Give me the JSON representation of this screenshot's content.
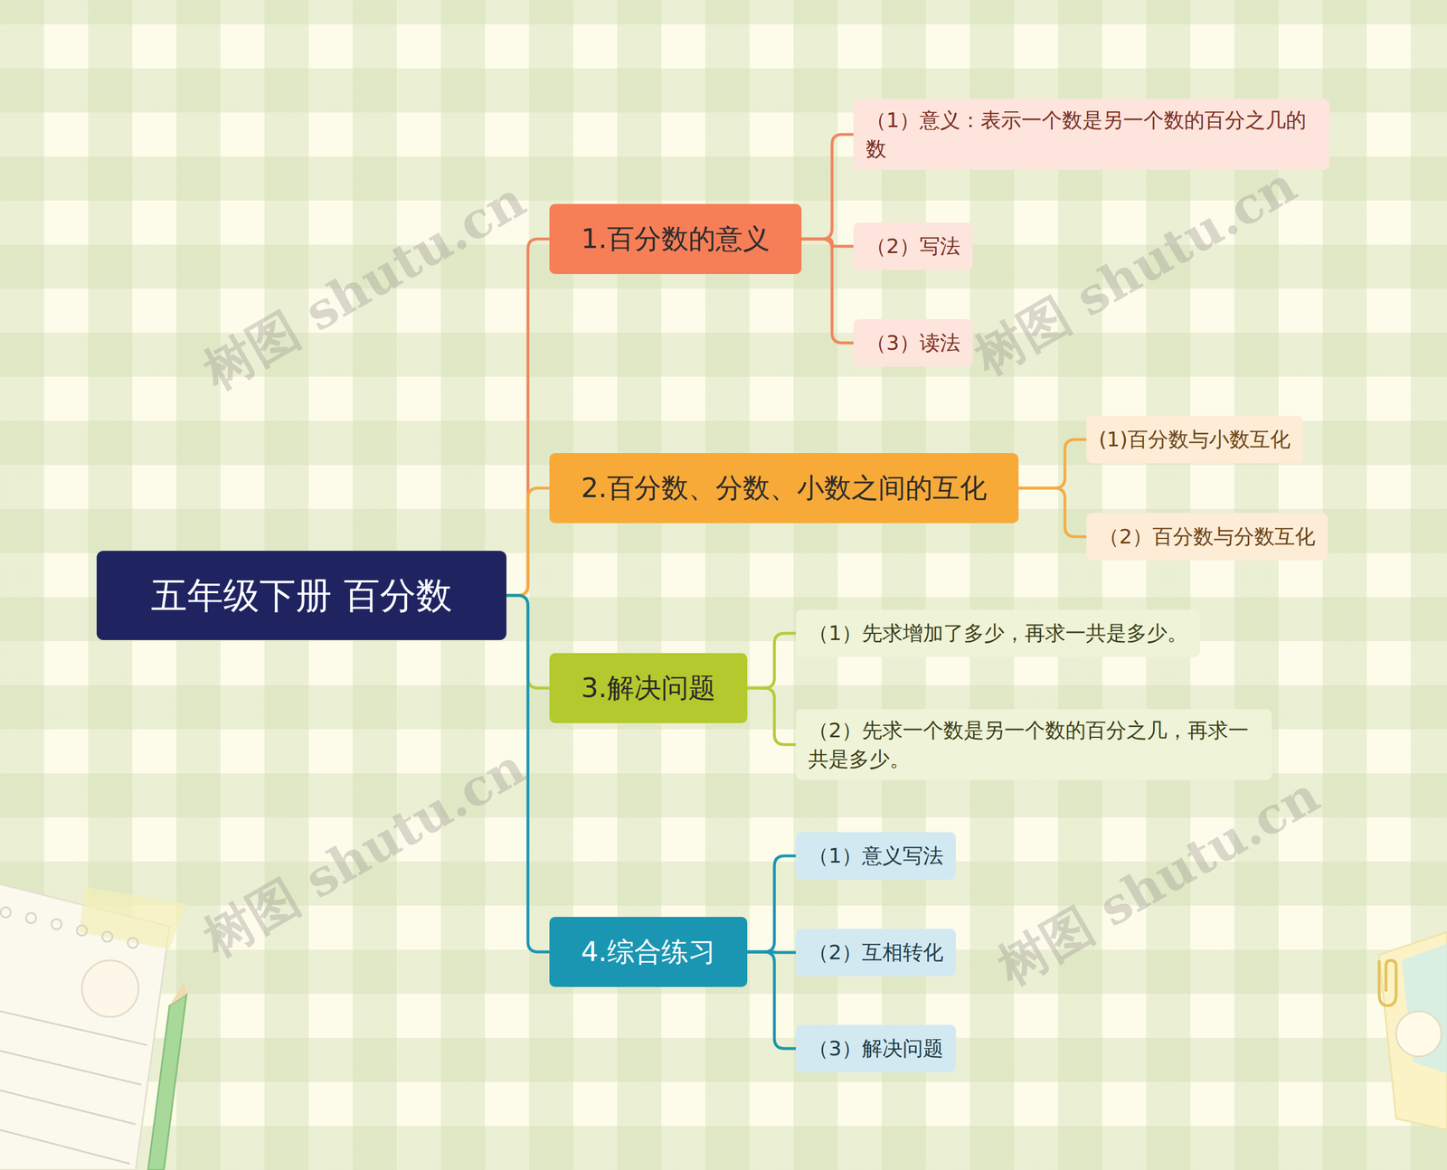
{
  "diagram": {
    "title": "五年级下册  百分数",
    "nodes": [
      {
        "text": [
          "五年级下册  百分数"
        ]
      },
      {
        "text": [
          "1.百分数的意义"
        ]
      },
      {
        "text": [
          "（1）意义：表示一个数是另一个数的百分之几的数"
        ]
      },
      {
        "text": [
          "（2）写法"
        ]
      },
      {
        "text": [
          "（3）读法"
        ]
      },
      {
        "text": [
          "2.百分数、分数、小数之间的互化"
        ]
      },
      {
        "text": [
          "(1)百分数与小数互化"
        ]
      },
      {
        "text": [
          "（2）百分数与分数互化"
        ]
      },
      {
        "text": [
          "3.解决问题"
        ]
      },
      {
        "text": [
          "（1）先求增加了多少，再求一共是多少。"
        ]
      },
      {
        "text": [
          "（2）先求一个数是另一个数的百分之几，再求一共是多少。"
        ]
      },
      {
        "text": [
          "4.综合练习"
        ]
      },
      {
        "text": [
          "（1）意义写法"
        ]
      },
      {
        "text": [
          "（2）互相转化"
        ]
      },
      {
        "text": [
          "（3）解决问题"
        ]
      }
    ],
    "edges": [
      {
        "from": 0,
        "to": 1,
        "arrow": "none"
      },
      {
        "from": 0,
        "to": 5,
        "arrow": "none"
      },
      {
        "from": 0,
        "to": 8,
        "arrow": "none"
      },
      {
        "from": 0,
        "to": 11,
        "arrow": "none"
      },
      {
        "from": 1,
        "to": 2,
        "arrow": "none"
      },
      {
        "from": 1,
        "to": 3,
        "arrow": "none"
      },
      {
        "from": 1,
        "to": 4,
        "arrow": "none"
      },
      {
        "from": 5,
        "to": 6,
        "arrow": "none"
      },
      {
        "from": 5,
        "to": 7,
        "arrow": "none"
      },
      {
        "from": 8,
        "to": 9,
        "arrow": "none"
      },
      {
        "from": 8,
        "to": 10,
        "arrow": "none"
      },
      {
        "from": 11,
        "to": 12,
        "arrow": "none"
      },
      {
        "from": 11,
        "to": 13,
        "arrow": "none"
      },
      {
        "from": 11,
        "to": 14,
        "arrow": "none"
      }
    ],
    "labels": [
      "树图 shutu.cn",
      "树图 shutu.cn",
      "树图 shutu.cn",
      "树图 shutu.cn"
    ]
  }
}
